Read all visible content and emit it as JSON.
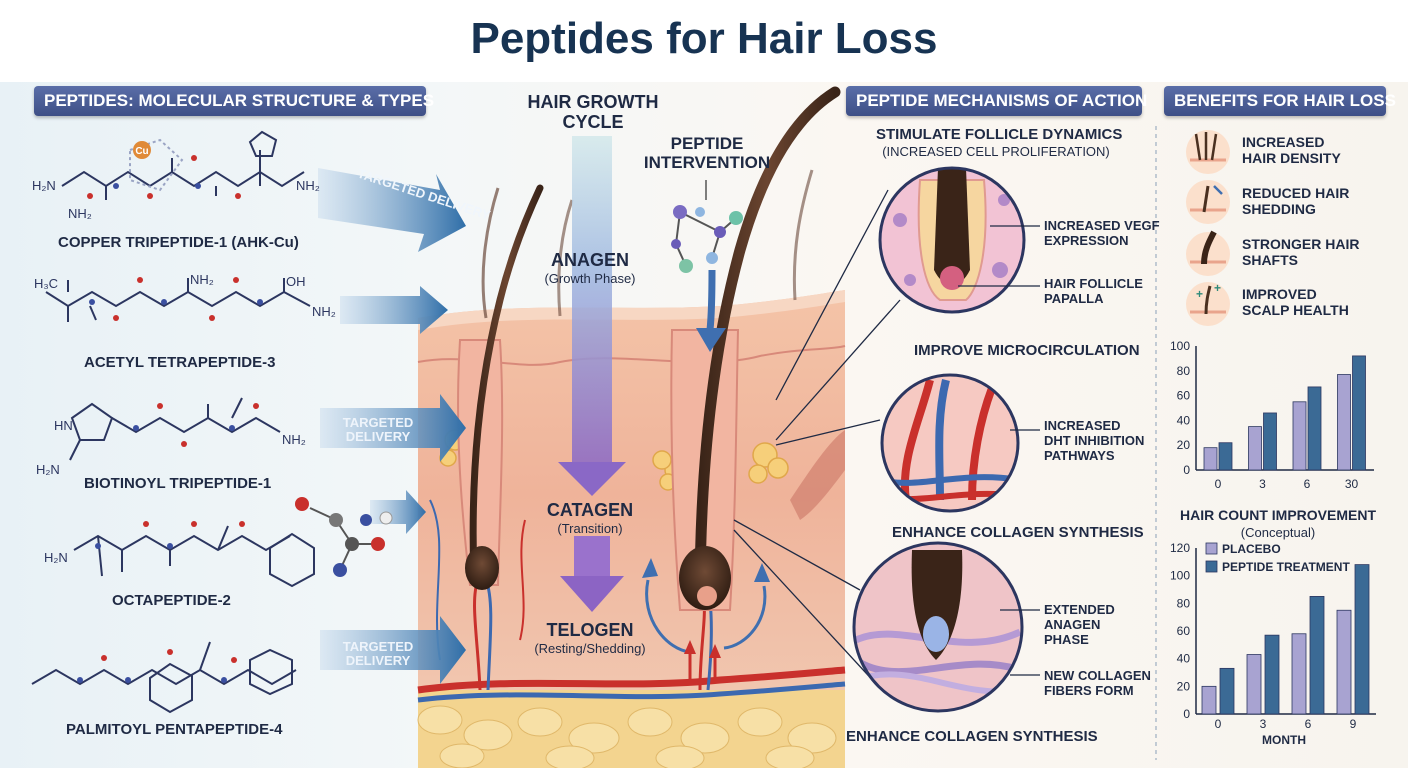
{
  "title": "Peptides for Hair Loss",
  "headers": {
    "structure": "PEPTIDES: MOLECULAR STRUCTURE & TYPES",
    "mechanisms": "PEPTIDE MECHANISMS OF ACTION",
    "benefits": "BENEFITS FOR HAIR LOSS"
  },
  "peptides": [
    {
      "name": "COPPER TRIPEPTIDE-1 (AHK-Cu)"
    },
    {
      "name": "ACETYL TETRAPEPTIDE-3"
    },
    {
      "name": "BIOTINOYL TRIPEPTIDE-1"
    },
    {
      "name": "OCTAPEPTIDE-2"
    },
    {
      "name": "PALMITOYL PENTAPEPTIDE-4"
    }
  ],
  "delivery_label": "TARGETED DELIVERY",
  "cycle": {
    "title": "HAIR GROWTH CYCLE",
    "intervention": "PEPTIDE INTERVENTION",
    "phases": [
      {
        "name": "ANAGEN",
        "sub": "(Growth Phase)"
      },
      {
        "name": "CATAGEN",
        "sub": "(Transition)"
      },
      {
        "name": "TELOGEN",
        "sub": "(Resting/Shedding)"
      }
    ]
  },
  "mechanisms": {
    "m1_title": "STIMULATE FOLLICLE DYNAMICS",
    "m1_sub": "(INCREASED CELL PROLIFERATION)",
    "m1_c1": "INCREASED VEGF\nEXPRESSION",
    "m1_c2": "HAIR FOLLICLE\nPAPALLA",
    "m2_title": "IMPROVE MICROCIRCULATION",
    "m2_c1": "INCREASED\nDHT INHIBITION\nPATHWAYS",
    "m3_title": "ENHANCE COLLAGEN SYNTHESIS",
    "m3_c1": "EXTENDED\nANAGEN\nPHASE",
    "m3_c2": "NEW COLLAGEN\nFIBERS FORM",
    "m3_bottom": "ENHANCE COLLAGEN SYNTHESIS"
  },
  "benefits": [
    {
      "text": "INCREASED HAIR DENSITY"
    },
    {
      "text": "REDUCED HAIR SHEDDING"
    },
    {
      "text": "STRONGER HAIR SHAFTS"
    },
    {
      "text": "IMPROVED SCALP HEALTH"
    }
  ],
  "chart_data": [
    {
      "type": "bar",
      "categories": [
        "0",
        "3",
        "6",
        "30"
      ],
      "series": [
        {
          "values": [
            18,
            22,
            35,
            46,
            55,
            67,
            77,
            92
          ]
        }
      ],
      "ylim": [
        0,
        100
      ],
      "yticks": [
        "0",
        "20",
        "40",
        "60",
        "80",
        "100"
      ],
      "colors": [
        "#a8a3d1",
        "#3b6a95"
      ]
    },
    {
      "type": "bar",
      "title": "HAIR COUNT IMPROVEMENT",
      "subtitle": "(Conceptual)",
      "xlabel": "MONTH",
      "categories": [
        "0",
        "3",
        "6",
        "9"
      ],
      "series": [
        {
          "name": "PLACEBO",
          "values": [
            20,
            43,
            58,
            75
          ],
          "color": "#a8a3d1"
        },
        {
          "name": "PEPTIDE TREATMENT",
          "values": [
            33,
            57,
            85,
            108
          ],
          "color": "#3b6a95"
        }
      ],
      "ylim": [
        0,
        120
      ],
      "yticks": [
        "0",
        "20",
        "40",
        "60",
        "80",
        "100",
        "120"
      ]
    }
  ]
}
